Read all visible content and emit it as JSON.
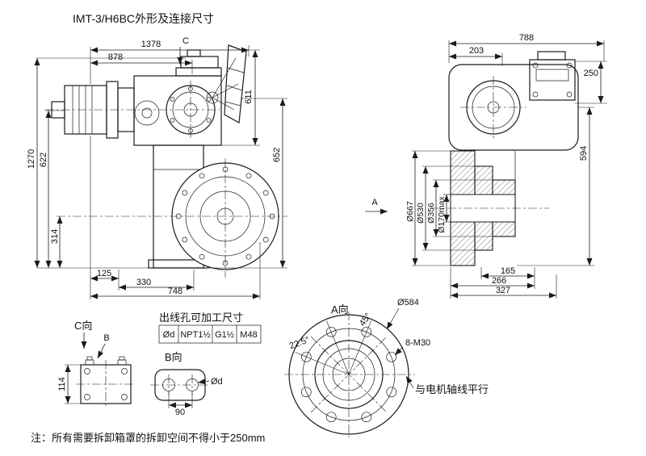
{
  "title": "IMT-3/H6BC外形及连接尺寸",
  "front_view": {
    "d1378": "1378",
    "c_label": "C",
    "d878": "878",
    "d611": "611",
    "d652": "652",
    "d1270": "1270",
    "d622": "622",
    "d314": "314",
    "d125": "125",
    "d330": "330",
    "d748": "748"
  },
  "side_view": {
    "d788": "788",
    "d203": "203",
    "d250": "250",
    "d594": "594",
    "d667": "Ø667",
    "d530": "Ø530",
    "d356": "Ø356",
    "d170": "Ø170max",
    "d165": "165",
    "d266": "266",
    "d327": "327",
    "a_label": "A"
  },
  "view_a": {
    "label": "A向",
    "d584": "Ø584",
    "angle_45": "45°",
    "angle_225": "22.5°",
    "bolt_spec": "8-M30",
    "axis_note": "与电机轴线平行"
  },
  "view_c": {
    "label": "C向",
    "b_label": "B",
    "d114": "114"
  },
  "view_b": {
    "label": "B向",
    "dia_label": "Ød",
    "d90": "90"
  },
  "outlet_table": {
    "title": "出线孔可加工尺寸",
    "cells": [
      "Ød",
      "NPT1½",
      "G1½",
      "M48"
    ]
  },
  "note": "注：所有需要拆卸箱罩的拆卸空间不得小于250mm"
}
